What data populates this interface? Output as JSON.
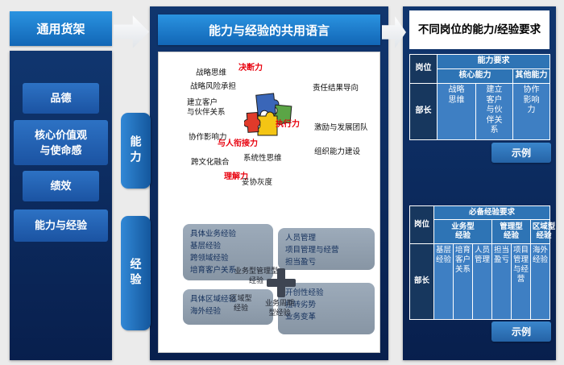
{
  "left_panel": {
    "title": "通用货架",
    "items": [
      "品德",
      "核心价值观\n与使命感",
      "绩效",
      "能力与经验"
    ]
  },
  "middle_panel": {
    "title": "能力与经验的共用语言",
    "tabs": {
      "ability": "能力",
      "experience": "经验"
    },
    "ability_terms": [
      {
        "text": "战略思维",
        "emphasis": false
      },
      {
        "text": "决断力",
        "emphasis": true
      },
      {
        "text": "战略风险承担",
        "emphasis": false
      },
      {
        "text": "建立客户\n与伙伴关系",
        "emphasis": false
      },
      {
        "text": "协作影响力",
        "emphasis": false
      },
      {
        "text": "与人衔接力",
        "emphasis": true
      },
      {
        "text": "跨文化融合",
        "emphasis": false
      },
      {
        "text": "理解力",
        "emphasis": true
      },
      {
        "text": "系统性思维",
        "emphasis": false
      },
      {
        "text": "妥协灰度",
        "emphasis": false
      },
      {
        "text": "执行力",
        "emphasis": true
      },
      {
        "text": "责任结果导向",
        "emphasis": false
      },
      {
        "text": "激励与发展团队",
        "emphasis": false
      },
      {
        "text": "组织能力建设",
        "emphasis": false
      }
    ],
    "experience_boxes": [
      "具体业务经验\n基层经验\n跨领域经验\n培育客户关系",
      "人员管理\n项目管理与经营\n担当盈亏",
      "具体区域经验\n海外经验",
      "开创性经验\n扭转劣势\n业务变革"
    ],
    "matrix_labels": [
      "业务型管理型经验",
      "区域型经验",
      "业务周期型经验"
    ],
    "puzzle_colors": {
      "blue": "#3a66b8",
      "green": "#5ba546",
      "yellow": "#f4c514",
      "red": "#e03a2a"
    }
  },
  "right_panel": {
    "title": "不同岗位的能力/经验要求",
    "example_label": "示例",
    "ability_table": {
      "col_position": "岗位",
      "group_header": "能力要求",
      "sub_core": "核心能力",
      "sub_other": "其他能力",
      "row_position": "部长",
      "core_items": [
        "战略思维",
        "建立客户与伙伴关系"
      ],
      "other_items": [
        "协作影响力"
      ]
    },
    "experience_table": {
      "col_position": "岗位",
      "group_header": "必备经验要求",
      "sub_headers": [
        "业务型经验",
        "管理型经验",
        "区域型经验"
      ],
      "row_position": "部长",
      "business_items": [
        "基层经验",
        "培育客户关系",
        "人员管理"
      ],
      "management_items": [
        "担当盈亏",
        "项目管理与经营"
      ],
      "regional_items": [
        "海外经验"
      ]
    }
  },
  "colors": {
    "accent_blue": "#1b7fd2",
    "navy": "#0c2f68",
    "table_header_blue": "#2e74b5",
    "table_cell_blue": "#3e7fc3",
    "emphasis_red": "#e8000d",
    "experience_box_gray": "#93a1b0"
  }
}
